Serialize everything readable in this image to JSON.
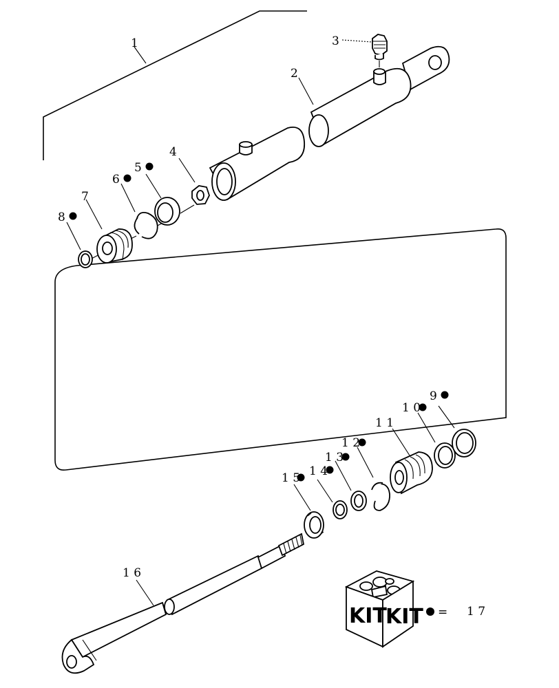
{
  "callouts": [
    {
      "id": "c1",
      "text": "1",
      "bullet": false
    },
    {
      "id": "c2",
      "text": "2",
      "bullet": false
    },
    {
      "id": "c3",
      "text": "3",
      "bullet": false
    },
    {
      "id": "c4",
      "text": "4",
      "bullet": false
    },
    {
      "id": "c5",
      "text": "5",
      "bullet": true
    },
    {
      "id": "c6",
      "text": "6",
      "bullet": true
    },
    {
      "id": "c7",
      "text": "7",
      "bullet": false
    },
    {
      "id": "c8",
      "text": "8",
      "bullet": true
    },
    {
      "id": "c9",
      "text": "9",
      "bullet": true
    },
    {
      "id": "c10",
      "text": "1 0",
      "bullet": true
    },
    {
      "id": "c11",
      "text": "1 1",
      "bullet": false
    },
    {
      "id": "c12",
      "text": "1 2",
      "bullet": true
    },
    {
      "id": "c13",
      "text": "1 3",
      "bullet": true
    },
    {
      "id": "c14",
      "text": "1 4",
      "bullet": true
    },
    {
      "id": "c15",
      "text": "1 5",
      "bullet": true
    },
    {
      "id": "c16",
      "text": "1 6",
      "bullet": false
    }
  ],
  "kit": {
    "box_label_left": "KIT",
    "box_label_right": "KIT",
    "legend_equals": "=",
    "legend_ref": "1 7"
  }
}
